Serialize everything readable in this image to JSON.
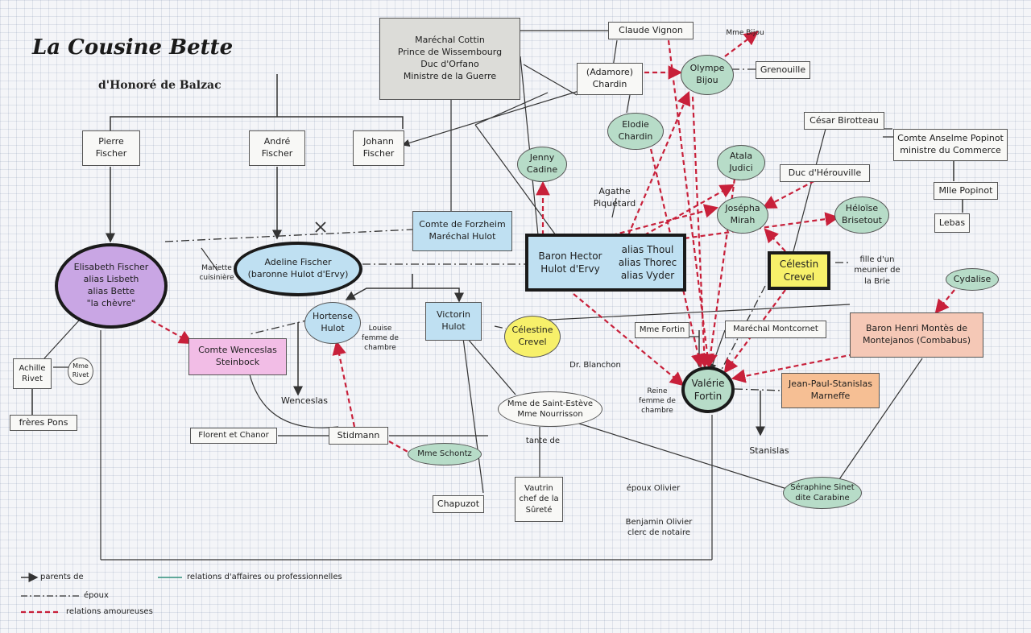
{
  "title": "La Cousine Bette",
  "subtitle": "d'Honoré de Balzac",
  "nodes": {
    "cottin": "Maréchal Cottin\nPrince de Wissembourg\nDuc d'Orfano\nMinistre de la Guerre",
    "vignon": "Claude Vignon",
    "mme_bijou": "Mme Bijou",
    "chardin": "(Adamore)\nChardin",
    "olympe": "Olympe\nBijou",
    "grenouille": "Grenouille",
    "elodie": "Elodie\nChardin",
    "pierre": "Pierre\nFischer",
    "andre": "André\nFischer",
    "johann": "Johann\nFischer",
    "jenny": "Jenny\nCadine",
    "atala": "Atala\nJudici",
    "birotteau": "César Birotteau",
    "popinot": "Comte Anselme Popinot\nministre du Commerce",
    "agathe": "Agathe\nPiquetard",
    "herouville": "Duc d'Hérouville",
    "josepha": "Josépha\nMirah",
    "heloise": "Héloïse\nBrisetout",
    "mlle_popinot": "Mlle Popinot",
    "lebas": "Lebas",
    "forzheim": "Comte de Forzheim\nMaréchal Hulot",
    "baron": "Baron Hector\nHulot d'Ervy",
    "alias": "alias Thoul\nalias Thorec\nalias Vyder",
    "celestin": "Célestin\nCrevel",
    "fille": "fille d'un\nmeunier de\nla Brie",
    "cydalise": "Cydalise",
    "lisbeth": "Elisabeth Fischer\nalias Lisbeth\nalias Bette\n\"la chèvre\"",
    "marietta": "Mariette\ncuisinière",
    "adeline": "Adeline Fischer\n(baronne Hulot d'Ervy)",
    "hortense": "Hortense\nHulot",
    "louise": "Louise\nfemme de\nchambre",
    "victorin": "Victorin\nHulot",
    "celestine": "Célestine\nCrevel",
    "mme_fortin": "Mme Fortin",
    "montcornet": "Maréchal Montcornet",
    "montes": "Baron Henri Montès de\nMontejanos (Combabus)",
    "wenceslas": "Comte Wenceslas\nSteinbock",
    "achille": "Achille\nRivet",
    "mme_rivet": "Mme\nRivet",
    "freres_pons": "frères Pons",
    "wenceslas_fils": "Wenceslas",
    "blanchon": "Dr. Blanchon",
    "reine": "Reine\nfemme de\nchambre",
    "valerie": "Valérie\nFortin",
    "marneffe": "Jean-Paul-Stanislas\nMarneffe",
    "saint_esteve": "Mme de Saint-Estève\nMme Nourrisson",
    "tante": "tante de",
    "vautrin": "Vautrin\nchef de la\nSûreté",
    "florent": "Florent et Chanor",
    "stidmann": "Stidmann",
    "schontz": "Mme Schontz",
    "chapuzot": "Chapuzot",
    "stanislas": "Stanislas",
    "olivier": "époux Olivier",
    "benjamin": "Benjamin Olivier\nclerc de notaire",
    "cabirolle": "Séraphine Sinet\ndite Carabine"
  },
  "legend": {
    "parents": "parents de",
    "epoux": "époux",
    "amoureuses": "relations amoureuses",
    "affaires": "relations d'affaires ou professionnelles"
  },
  "colors": {
    "love": "#c8203a",
    "business": "#2e8f7a",
    "ink": "#333333"
  }
}
